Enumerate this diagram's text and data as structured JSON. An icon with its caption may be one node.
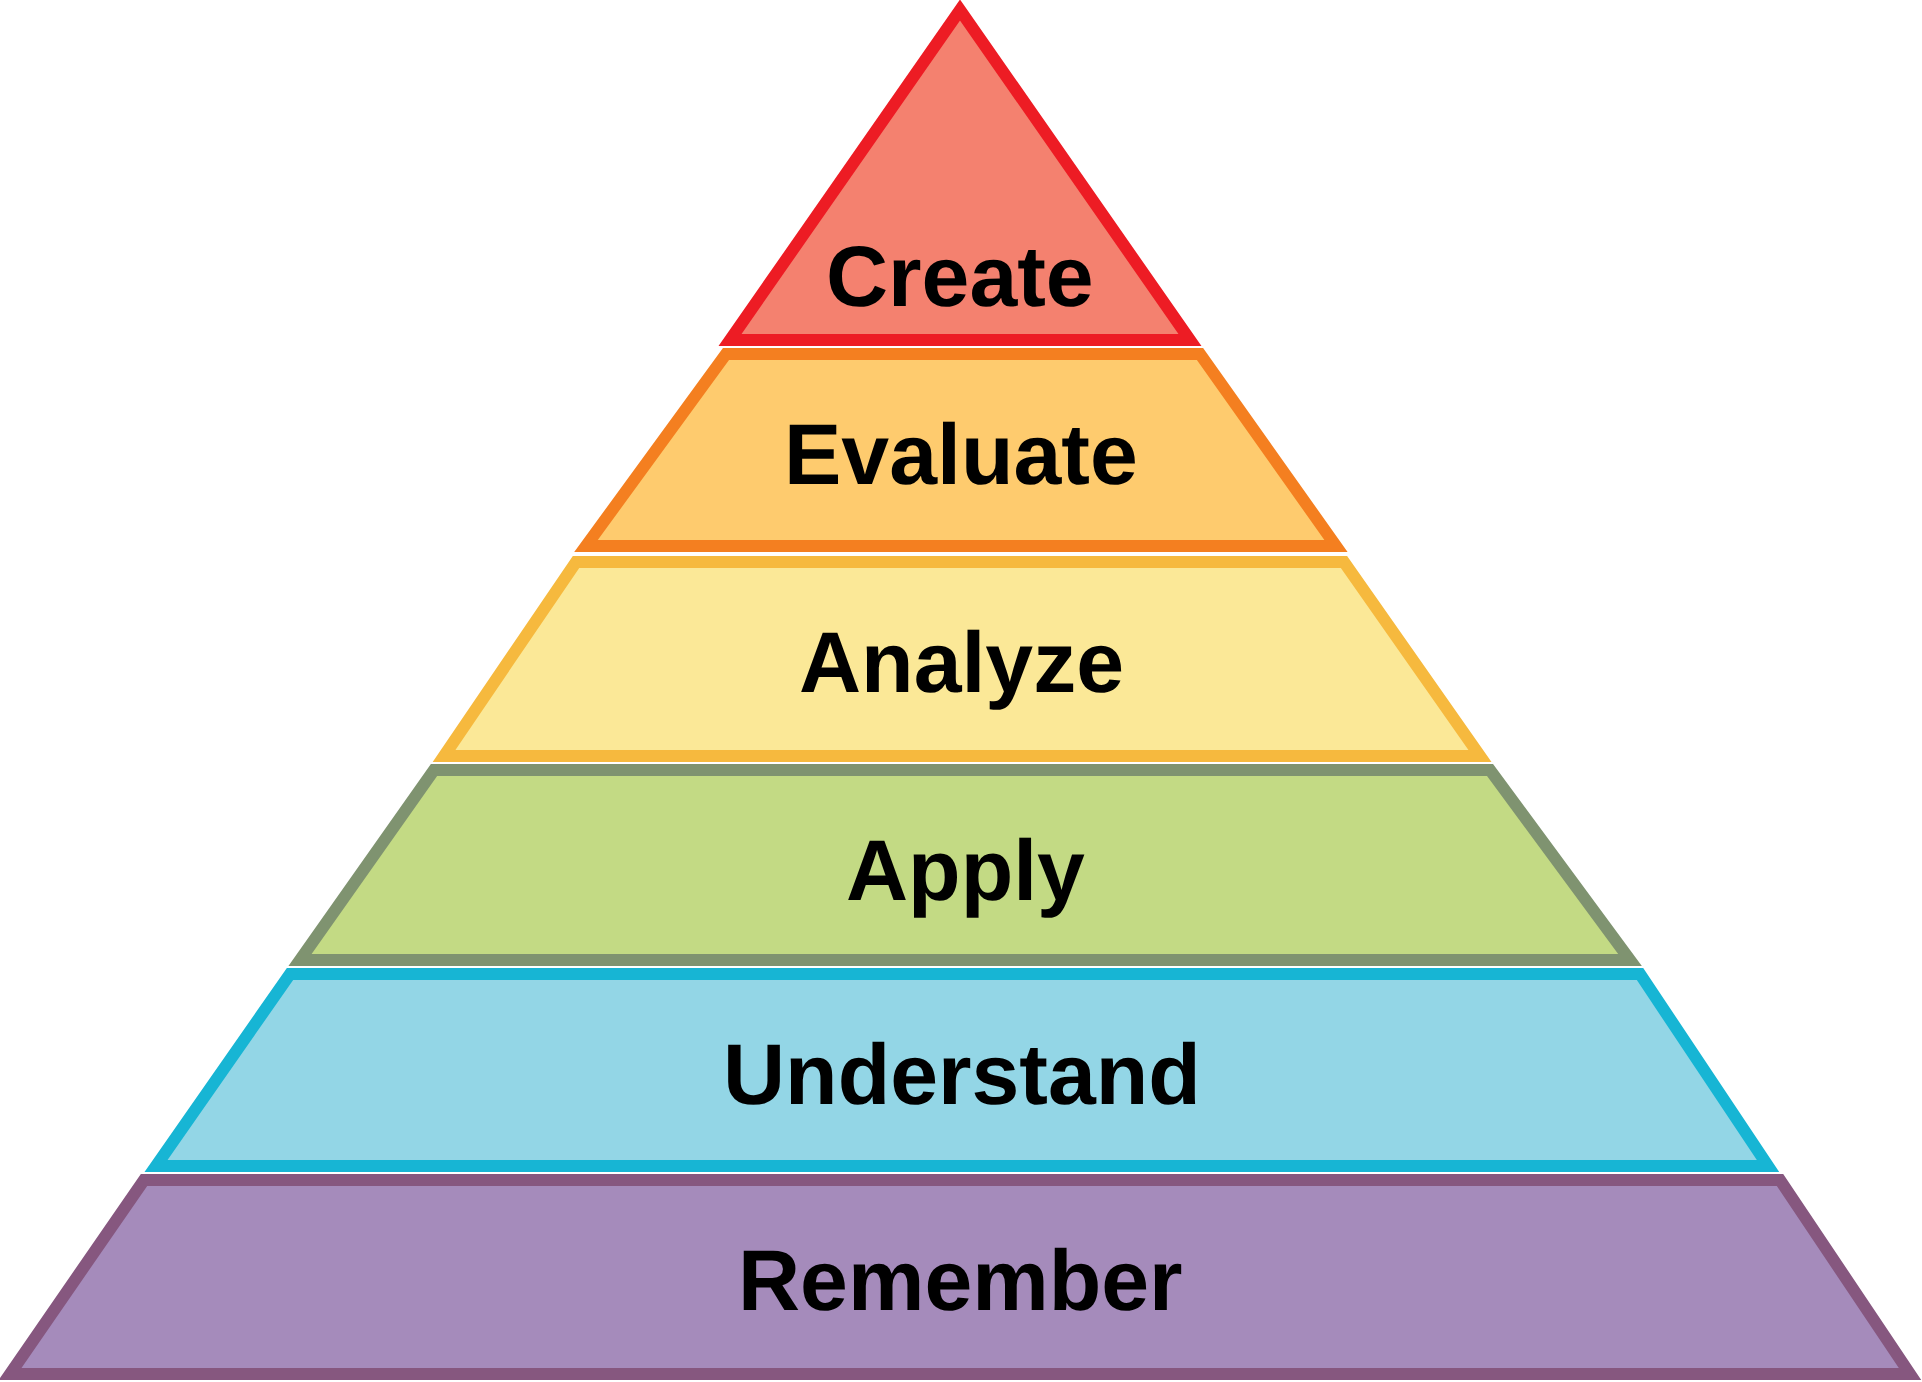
{
  "diagram": {
    "nodes": [
      {
        "text": [
          "Create"
        ]
      },
      {
        "text": [
          "Evaluate"
        ]
      },
      {
        "text": [
          "Analyze"
        ]
      },
      {
        "text": [
          "Apply"
        ]
      },
      {
        "text": [
          "Understand"
        ]
      },
      {
        "text": [
          "Remember"
        ]
      }
    ]
  }
}
